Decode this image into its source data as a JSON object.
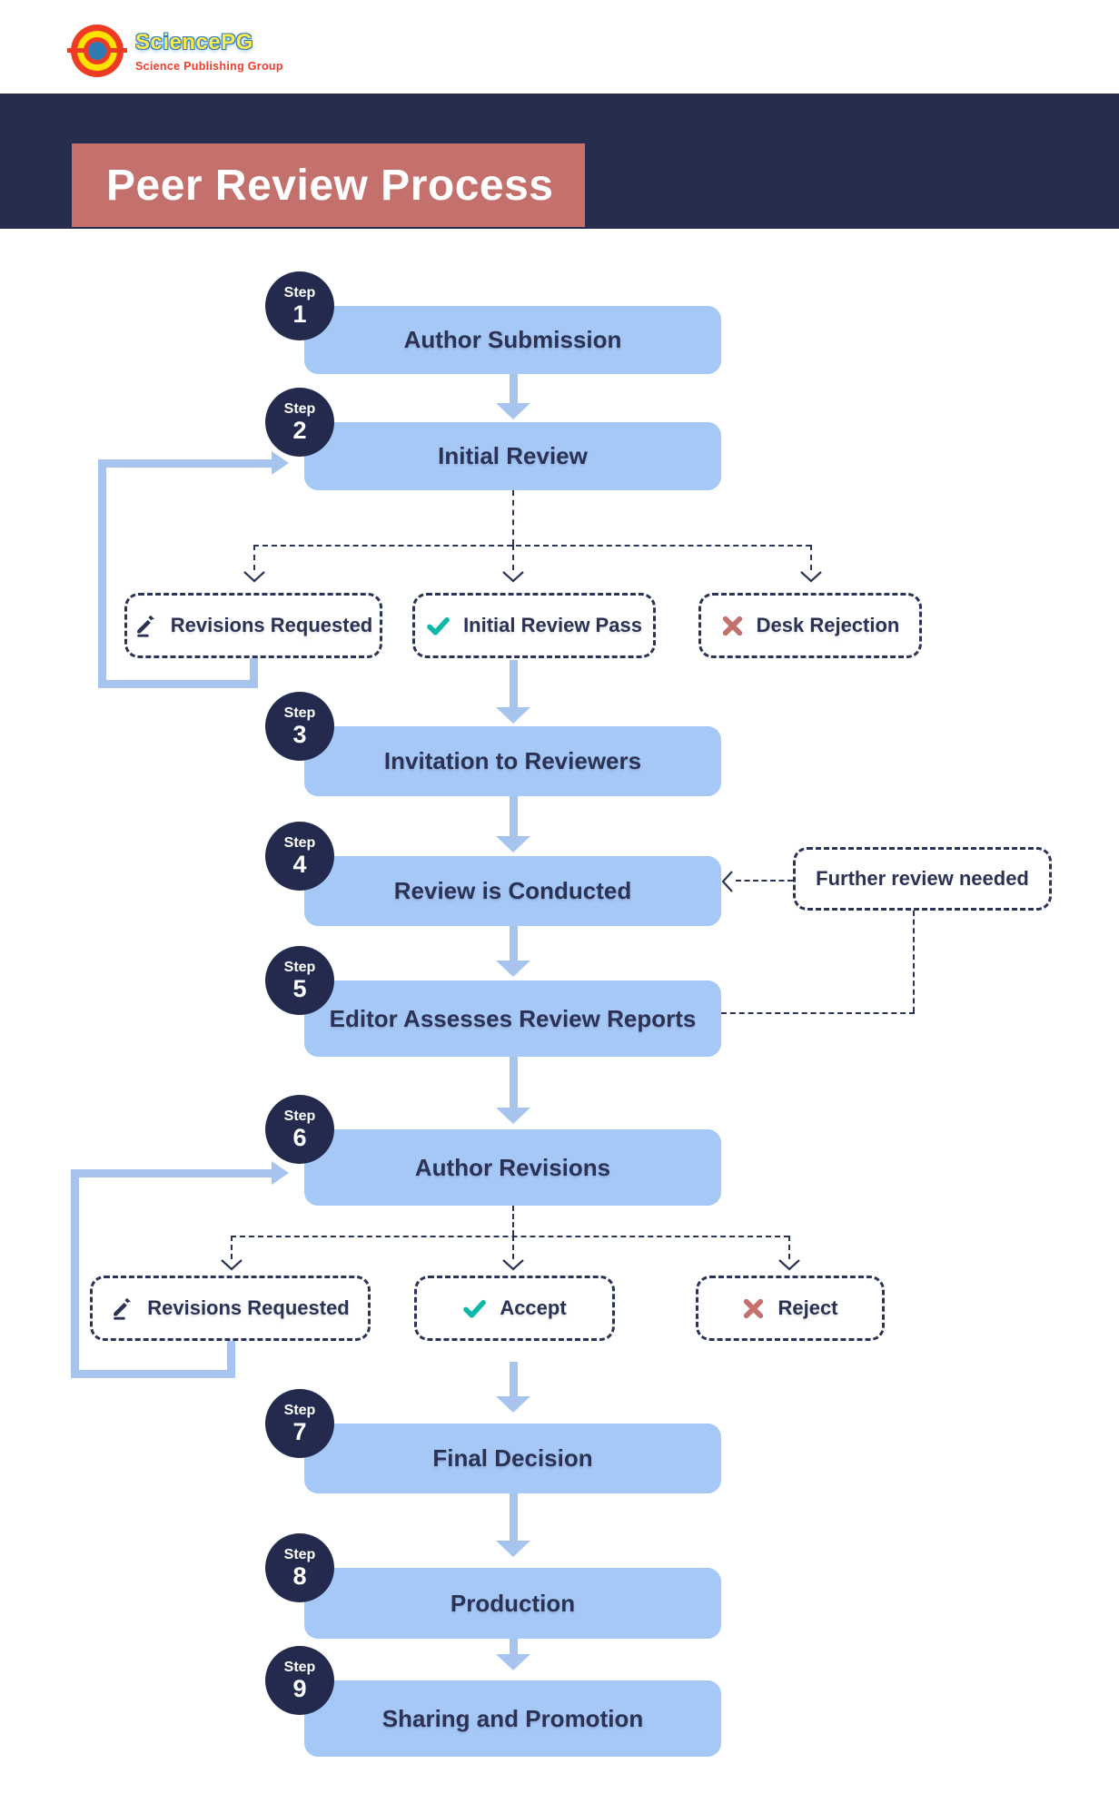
{
  "logo": {
    "brand": "SciencePG",
    "tagline": "Science Publishing Group"
  },
  "header": {
    "title": "Peer Review Process"
  },
  "steps": [
    {
      "label": "Step",
      "number": "1",
      "title": "Author Submission"
    },
    {
      "label": "Step",
      "number": "2",
      "title": "Initial Review"
    },
    {
      "label": "Step",
      "number": "3",
      "title": "Invitation to Reviewers"
    },
    {
      "label": "Step",
      "number": "4",
      "title": "Review is Conducted"
    },
    {
      "label": "Step",
      "number": "5",
      "title": "Editor Assesses Review Reports"
    },
    {
      "label": "Step",
      "number": "6",
      "title": "Author Revisions"
    },
    {
      "label": "Step",
      "number": "7",
      "title": "Final Decision"
    },
    {
      "label": "Step",
      "number": "8",
      "title": "Production"
    },
    {
      "label": "Step",
      "number": "9",
      "title": "Sharing and Promotion"
    }
  ],
  "initial_review_outcomes": [
    {
      "label": "Revisions Requested",
      "icon": "pencil-icon"
    },
    {
      "label": "Initial Review Pass",
      "icon": "check-icon"
    },
    {
      "label": "Desk Rejection",
      "icon": "x-icon"
    }
  ],
  "revision_outcomes": [
    {
      "label": "Revisions Requested",
      "icon": "pencil-icon"
    },
    {
      "label": "Accept",
      "icon": "check-icon"
    },
    {
      "label": "Reject",
      "icon": "x-icon"
    }
  ],
  "callout": {
    "label": "Further review needed"
  },
  "colors": {
    "navy_band": "#272d4e",
    "rose": "#c4706c",
    "box_blue": "#a6c8f7",
    "arrow_blue": "#a7c4ef",
    "badge_navy": "#232a4e",
    "text_navy": "#2b3254",
    "dash_navy": "#2b3356",
    "teal": "#10b9a6",
    "logo_red": "#ee3b24",
    "logo_yellow": "#ffe200",
    "logo_blue": "#2f7cb5",
    "brand_yellow": "#ffe94d",
    "brand_outline_blue": "#2c7dc0"
  }
}
